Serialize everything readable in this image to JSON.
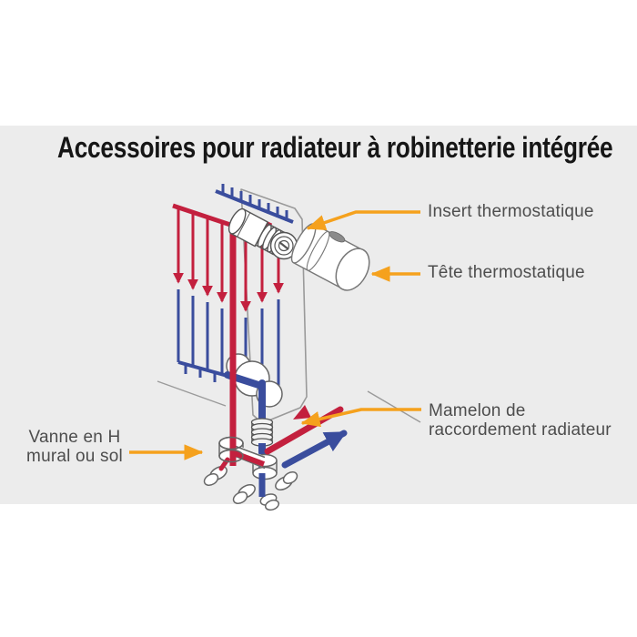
{
  "title": "Accessoires pour radiateur à robinetterie intégrée",
  "callouts": {
    "insert": "Insert thermostatique",
    "tete": "Tête thermostatique",
    "mamelon": [
      "Mamelon de",
      "raccordement radiateur"
    ],
    "vanne": [
      "Vanne en H",
      "mural ou sol"
    ]
  },
  "colors": {
    "page_background": "#FFFFFF",
    "band_background": "#ECECEC",
    "title_text": "#161616",
    "label_text": "#4D4D4D",
    "callout_arrow": "#F5A11D",
    "hot_pipe_red": "#C3203E",
    "return_pipe_blue": "#3A4D9D",
    "outline_gray": "#999999",
    "detail_gray": "#555555"
  }
}
